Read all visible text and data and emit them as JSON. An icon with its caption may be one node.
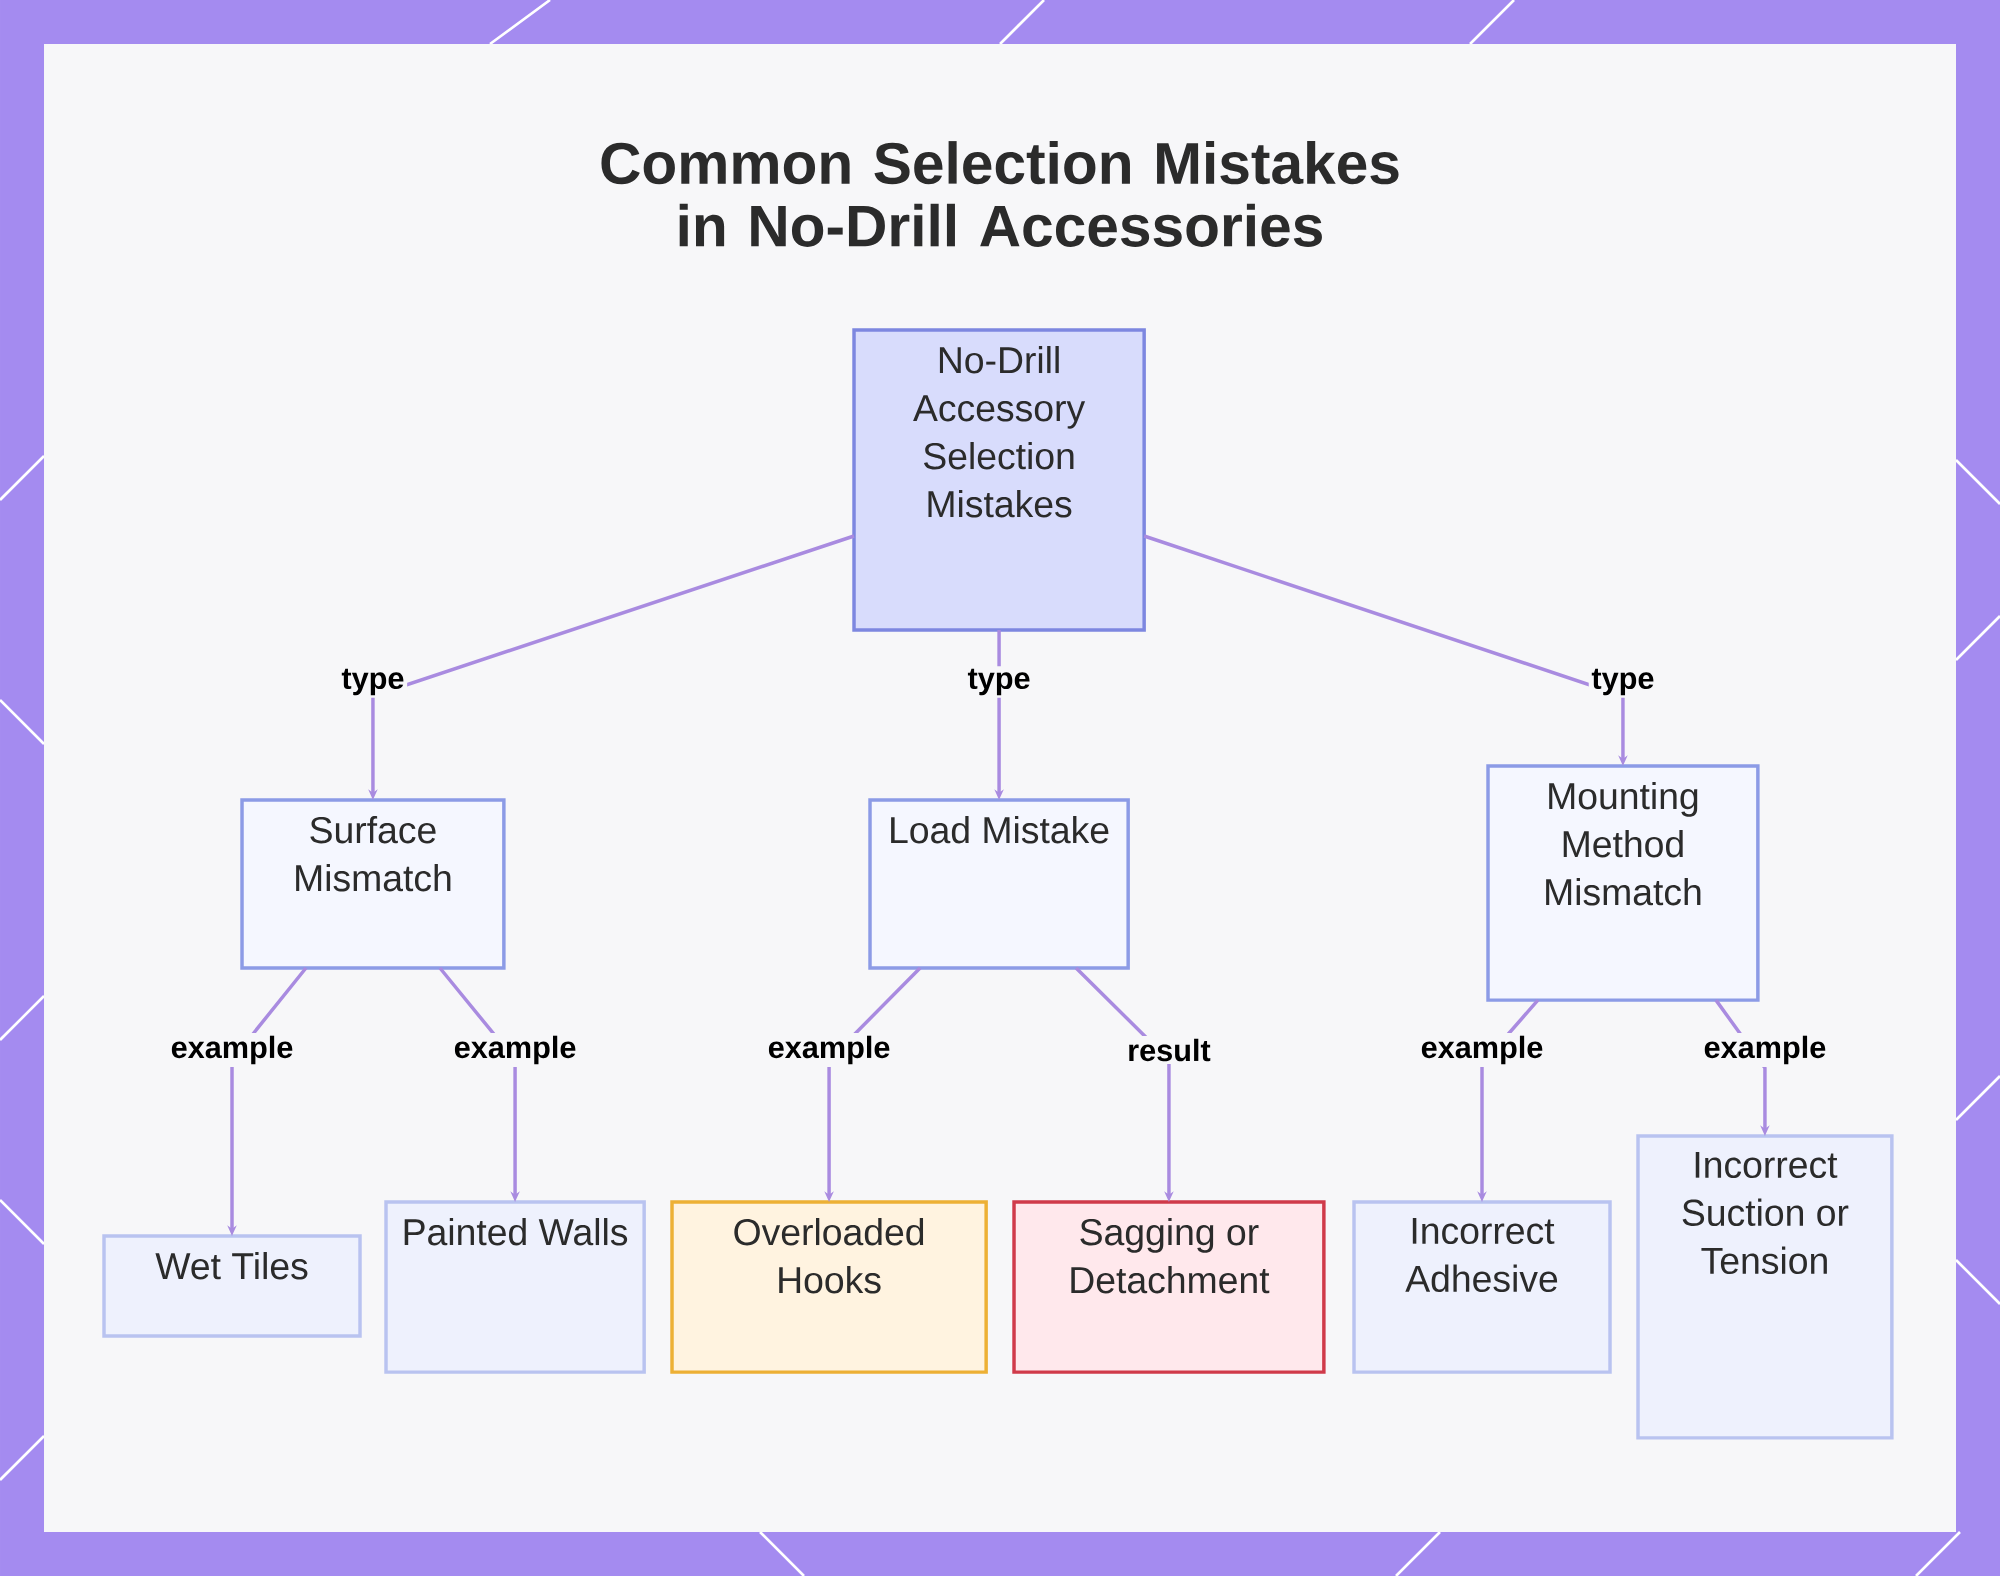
{
  "diagram": {
    "title": "Common Selection Mistakes in No-Drill Accessories",
    "nodes": [
      {
        "text": [
          "No-Drill Accessory Selection Mistakes"
        ]
      },
      {
        "text": [
          "Surface Mismatch"
        ]
      },
      {
        "text": [
          "Load Mistake"
        ]
      },
      {
        "text": [
          "Mounting Method Mismatch"
        ]
      },
      {
        "text": [
          "Wet Tiles"
        ]
      },
      {
        "text": [
          "Painted Walls"
        ]
      },
      {
        "text": [
          "Overloaded Hooks"
        ]
      },
      {
        "text": [
          "Sagging or Detachment"
        ]
      },
      {
        "text": [
          "Incorrect Adhesive"
        ]
      },
      {
        "text": [
          "Incorrect Suction or Tension"
        ]
      }
    ],
    "edges": [
      {
        "from": 0,
        "to": 1,
        "arrow": "to",
        "label": "type"
      },
      {
        "from": 0,
        "to": 2,
        "arrow": "to",
        "label": "type"
      },
      {
        "from": 0,
        "to": 3,
        "arrow": "to",
        "label": "type"
      },
      {
        "from": 1,
        "to": 4,
        "arrow": "to",
        "label": "example"
      },
      {
        "from": 1,
        "to": 5,
        "arrow": "to",
        "label": "example"
      },
      {
        "from": 2,
        "to": 6,
        "arrow": "to",
        "label": "example"
      },
      {
        "from": 2,
        "to": 7,
        "arrow": "to",
        "label": "result"
      },
      {
        "from": 3,
        "to": 8,
        "arrow": "to",
        "label": "example"
      },
      {
        "from": 3,
        "to": 9,
        "arrow": "to",
        "label": "example"
      }
    ]
  }
}
